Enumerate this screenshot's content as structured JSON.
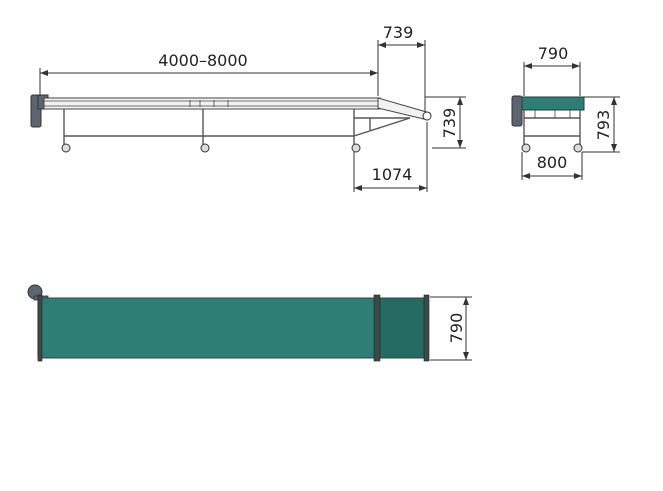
{
  "colors": {
    "belt": "#2f7e75",
    "belt_edge": "#1c3f3a",
    "frame": "#555555",
    "motor": "#5b6470",
    "dimension_line": "#333333"
  },
  "dimensions": {
    "side_length": "4000–8000",
    "side_incline_length": "739",
    "side_incline_height": "739",
    "side_incline_base": "1074",
    "end_width_top": "790",
    "end_height": "793",
    "end_width_bottom": "800",
    "top_width": "790"
  }
}
